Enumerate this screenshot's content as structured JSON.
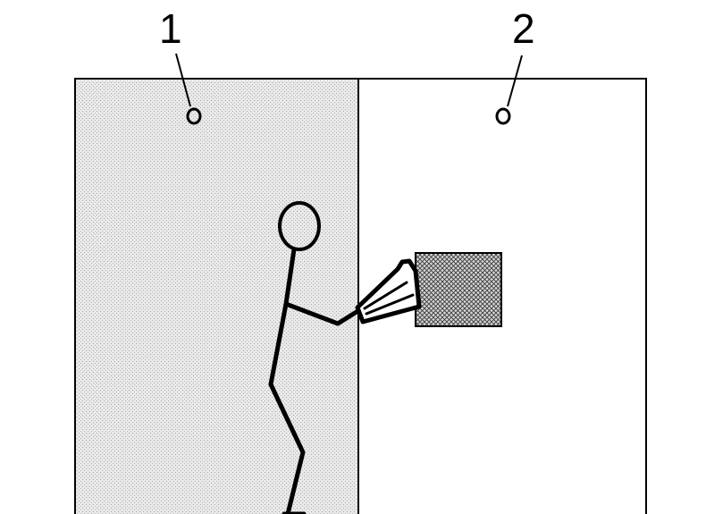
{
  "callouts": [
    {
      "label": "1",
      "target": "shaded-region"
    },
    {
      "label": "2",
      "target": "white-region"
    }
  ],
  "colors": {
    "line": "#000000",
    "background": "#ffffff",
    "shaded_fill": "#e6e6e6",
    "shaded_dots": "#a8a8a8",
    "block_fill": "#d0d0d0",
    "block_mesh": "#3a3a3a"
  },
  "elements": {
    "left_zone": "shaded-region",
    "right_zone": "white-region",
    "figure": "stick-figure",
    "held_object": "block",
    "hand_tool": "hand-tool"
  }
}
